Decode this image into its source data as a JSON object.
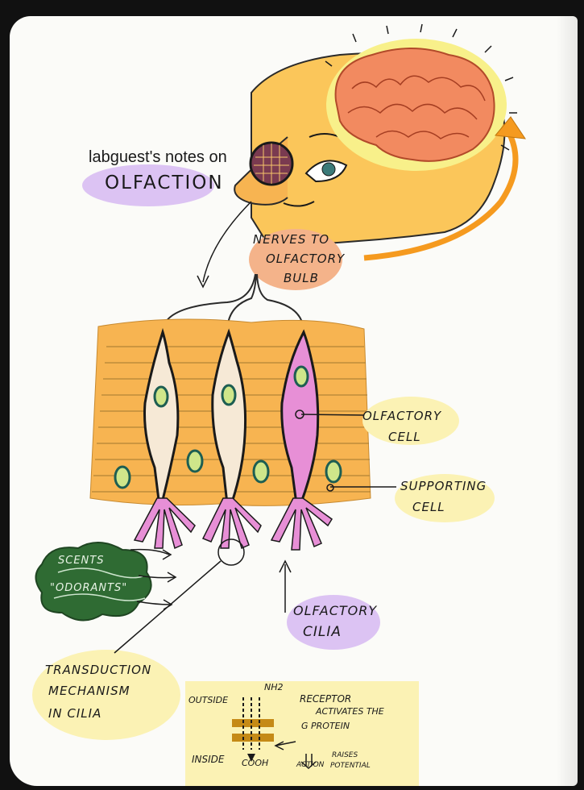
{
  "title": {
    "line1": "labguest's notes on",
    "line2": "OLFACTION"
  },
  "labels": {
    "nerves_line1": "NERVES TO",
    "nerves_line2": "OLFACTORY",
    "nerves_line3": "BULB",
    "olfactory_cell_line1": "OLFACTORY",
    "olfactory_cell_line2": "CELL",
    "supporting_cell_line1": "SUPPORTING",
    "supporting_cell_line2": "CELL",
    "cilia_line1": "OLFACTORY",
    "cilia_line2": "CILIA",
    "scents_line1": "SCENTS",
    "scents_line2": "\"ODORANTS\"",
    "transduction_line1": "TRANSDUCTION",
    "transduction_line2": "MECHANISM",
    "transduction_line3": "IN CILIA"
  },
  "mechanism": {
    "outside": "OUTSIDE",
    "inside": "INSIDE",
    "nh2": "NH2",
    "receptor_line1": "RECEPTOR",
    "receptor_line2": "ACTIVATES THE",
    "receptor_line3": "G PROTEIN",
    "cooh": "COOH",
    "action": "ACTION",
    "raises": "RAISES",
    "potential": "POTENTIAL"
  },
  "colors": {
    "face": "#fbc65a",
    "brain": "#f28a60",
    "brain_glow": "#f8f08a",
    "tissue": "#f7b451",
    "cell_pink": "#e78fd6",
    "nucleus": "#cfe68a",
    "highlight_purple": "#dcc3f3",
    "highlight_orange": "#f4b38a",
    "highlight_yellow": "#fbf2b4",
    "scents_green": "#2f6b33",
    "arrow_orange": "#f59a1f"
  }
}
